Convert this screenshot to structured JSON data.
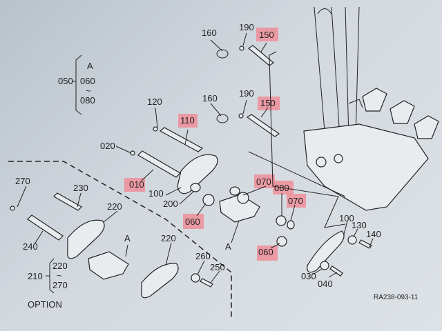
{
  "labels": {
    "p160_top": "160",
    "p190_top": "190",
    "p150_top": "150",
    "p050": "050",
    "bracket_a": "A",
    "bracket_060": "060",
    "bracket_tilde": "~",
    "bracket_080": "080",
    "p120": "120",
    "p160_mid": "160",
    "p190_mid": "190",
    "p150_mid": "150",
    "p110": "110",
    "p020": "020",
    "p010": "010",
    "p100_left": "100",
    "p200": "200",
    "p070_a": "070",
    "p080": "080",
    "p070_b": "070",
    "p060_a": "060",
    "p060_b": "060",
    "a_center": "A",
    "a_option": "A",
    "p270": "270",
    "p230": "230",
    "p220_a": "220",
    "p240": "240",
    "p220_b": "220",
    "p260": "260",
    "p250": "250",
    "p210": "210",
    "opt_220": "220",
    "opt_tilde": "~",
    "opt_270": "270",
    "option": "OPTION",
    "p100_right": "100",
    "p130": "130",
    "p140": "140",
    "p030": "030",
    "p040": "040",
    "drawing_no": "RA238-093-11"
  },
  "highlight_color": "#f08a95"
}
